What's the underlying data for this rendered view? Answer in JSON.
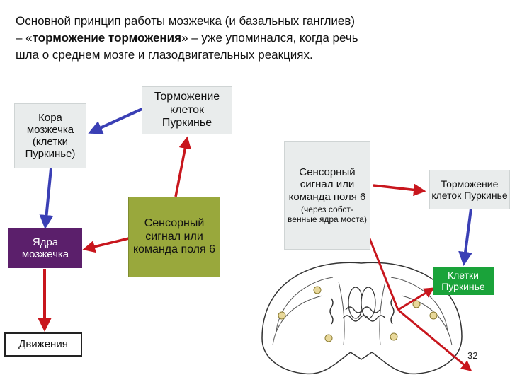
{
  "intro": {
    "line1": "Основной принцип работы мозжечка (и базальных ганглиев)",
    "line2_pre": "– «",
    "line2_bold": "торможение торможения",
    "line2_post": "» – уже упоминался, когда речь",
    "line3": "шла о среднем мозге и глазодвигательных реакциях."
  },
  "boxes": {
    "cortex": "Кора мозжечка (клетки Пуркинье)",
    "inhibition_top": "Торможение клеток Пуркинье",
    "nuclei": "Ядра мозжечка",
    "sensory_center": "Сенсорный сигнал или команда поля 6",
    "sensory_right_main": "Сенсорный сигнал или команда поля 6",
    "sensory_right_note": "(через собст-венные ядра моста)",
    "inhibition_right": "Торможение клеток Пуркинье",
    "purkinje_cells": "Клетки Пуркинье",
    "movements": "Движения"
  },
  "page_number": "32",
  "colors": {
    "arrow_blue": "#3a3fb5",
    "arrow_red": "#c8161d",
    "purple_box": "#5b1f6b",
    "olive_box": "#99a83c",
    "green_box": "#1aa33a",
    "gray_box": "#e9ecec"
  }
}
